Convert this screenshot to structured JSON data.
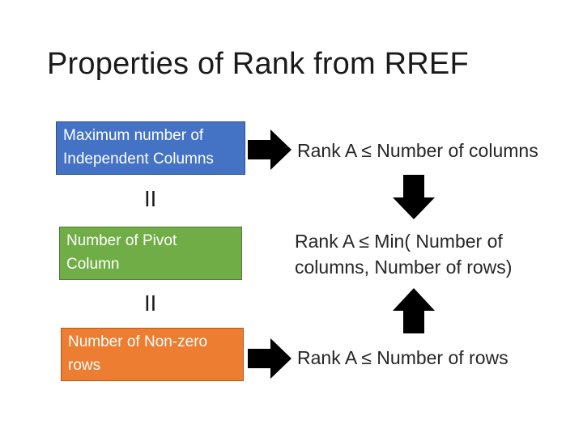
{
  "title": "Properties of Rank from RREF",
  "boxes": {
    "top": {
      "line1": "Maximum number of",
      "line2": "Independent Columns",
      "color": "#4472c4"
    },
    "middle": {
      "line1": "Number of Pivot",
      "line2": "Column",
      "color": "#70ad47"
    },
    "bottom": {
      "line1": "Number of Non-zero",
      "line2": "rows",
      "color": "#ed7d31"
    }
  },
  "equals_symbol": "II",
  "statements": {
    "columns": "Rank A ≤ Number of columns",
    "min_line1": "Rank A ≤ Min( Number of",
    "min_line2": "columns, Number of rows)",
    "rows": "Rank A ≤ Number of rows"
  },
  "arrows": [
    {
      "name": "right-arrow-top",
      "direction": "right"
    },
    {
      "name": "down-arrow",
      "direction": "down"
    },
    {
      "name": "up-arrow",
      "direction": "up"
    },
    {
      "name": "right-arrow-bottom",
      "direction": "right"
    }
  ]
}
